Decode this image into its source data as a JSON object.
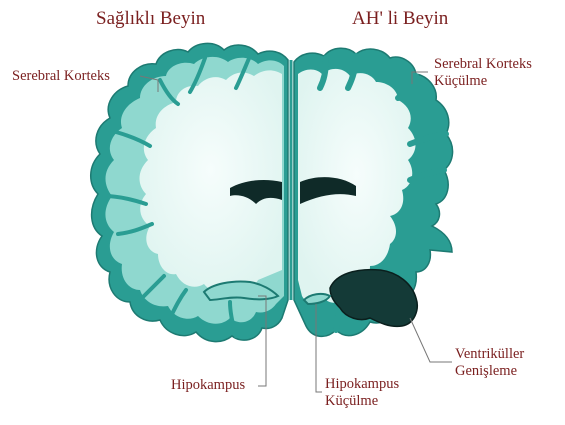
{
  "titles": {
    "healthy": "Sağlıklı Beyin",
    "ad": "AH' li Beyin"
  },
  "annotations": {
    "cortex_left": "Serebral Korteks",
    "cortex_right_line1": "Serebral Korteks",
    "cortex_right_line2": "Küçülme",
    "hippocampus_left": "Hipokampus",
    "hippocampus_right_line1": "Hipokampus",
    "hippocampus_right_line2": "Küçülme",
    "ventricles_line1": "Ventriküller",
    "ventricles_line2": "Genişleme"
  },
  "colors": {
    "label_text": "#7a1f1f",
    "cortex_outer": "#2a9d93",
    "cortex_inner": "#8fd8cf",
    "white_matter": "#eef9f7",
    "ventricle": "#0f2a28",
    "leader_line": "#777777"
  }
}
